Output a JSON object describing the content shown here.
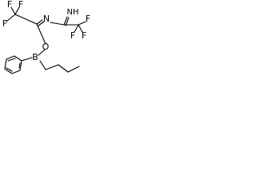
{
  "diagram": {
    "type": "chemical-structure",
    "atoms": {
      "f_top_left_1": "F",
      "f_top_left_2": "F",
      "f_left": "F",
      "n_imine": "N",
      "nh_imine": "NH",
      "f_top_right": "F",
      "f_right_1": "F",
      "f_right_2": "F",
      "o_ester": "O",
      "b_boron": "B"
    }
  }
}
